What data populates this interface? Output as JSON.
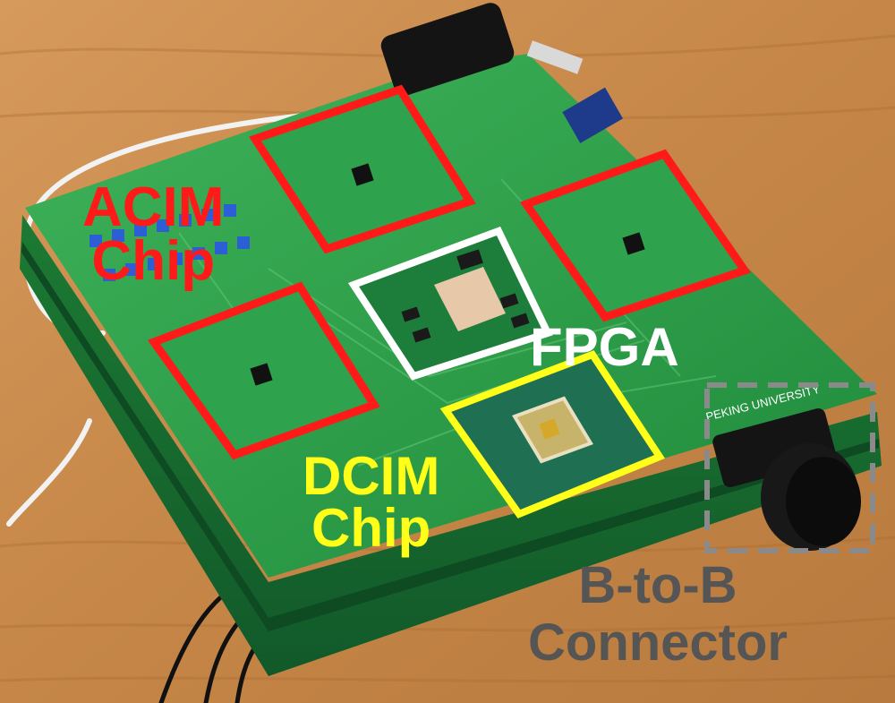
{
  "labels": {
    "acim": "ACIM\nChip",
    "fpga": "FPGA",
    "dcim": "DCIM\nChip",
    "btob": "B-to-B\nConnector"
  },
  "board_logo_text": "PEKING UNIVERSITY",
  "colors": {
    "acim": "#ff1a1a",
    "fpga": "#ffffff",
    "dcim": "#ffff1a",
    "btob": "#555555",
    "table": "#c98a4d",
    "pcb": "#2a9a48"
  }
}
